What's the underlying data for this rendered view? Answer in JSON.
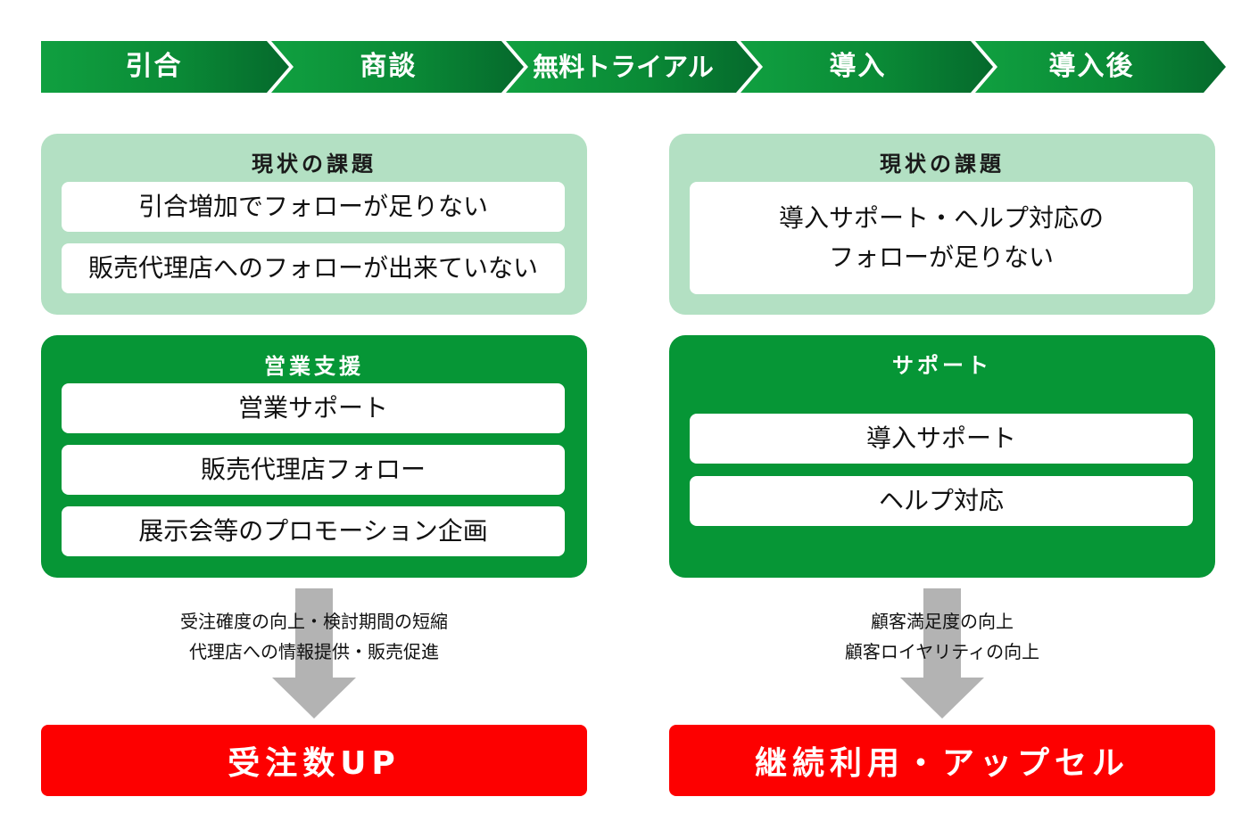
{
  "stages": [
    "引合",
    "商談",
    "無料トライアル",
    "導入",
    "導入後"
  ],
  "colors": {
    "stage_dark": "#05692c",
    "stage_light": "#10a040",
    "panel_light": "#b3e0c3",
    "panel_dark": "#069636",
    "result_red": "#fd0000",
    "arrow_gray": "#b3b3b3"
  },
  "left": {
    "issues": {
      "title": "現状の課題",
      "items": [
        "引合増加でフォローが足りない",
        "販売代理店へのフォローが出来ていない"
      ]
    },
    "solution": {
      "title": "営業支援",
      "items": [
        "営業サポート",
        "販売代理店フォロー",
        "展示会等のプロモーション企画"
      ]
    },
    "effects": [
      "受注確度の向上・検討期間の短縮",
      "代理店への情報提供・販売促進"
    ],
    "result": "受注数UP"
  },
  "right": {
    "issues": {
      "title": "現状の課題",
      "items": [
        "導入サポート・ヘルプ対応の",
        "フォローが足りない"
      ]
    },
    "solution": {
      "title": "サポート",
      "items": [
        "導入サポート",
        "ヘルプ対応"
      ]
    },
    "effects": [
      "顧客満足度の向上",
      "顧客ロイヤリティの向上"
    ],
    "result": "継続利用・アップセル"
  }
}
